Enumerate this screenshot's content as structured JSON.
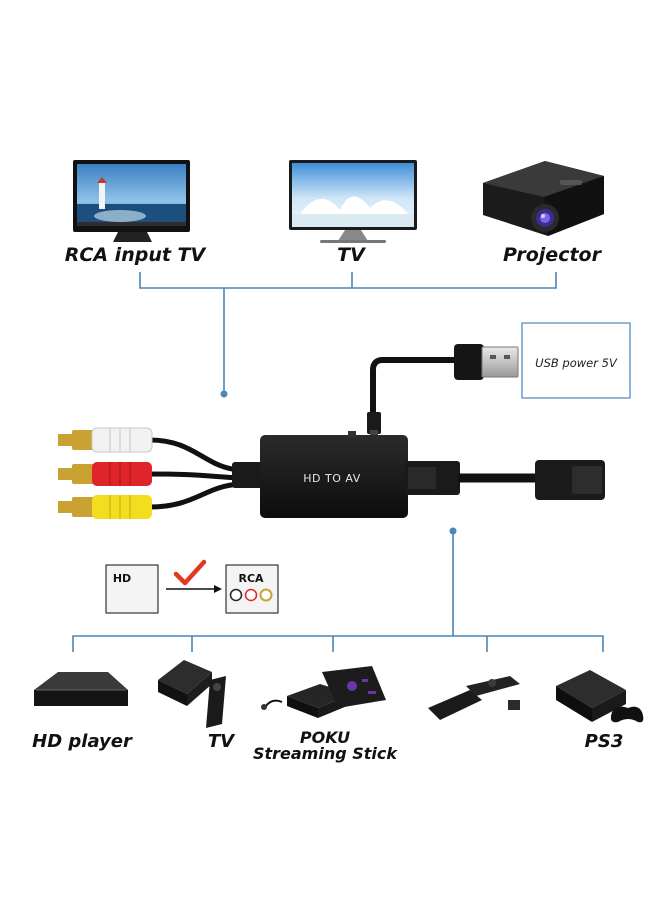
{
  "top_devices": {
    "rca_tv": "RCA input TV",
    "tv": "TV",
    "projector": "Projector"
  },
  "converter": {
    "label": "HD TO AV"
  },
  "usb": {
    "label": "USB power 5V"
  },
  "signal": {
    "from": "HD",
    "to": "RCA"
  },
  "bottom_devices": {
    "hd_player": "HD player",
    "tv": "TV",
    "poku_line1": "POKU",
    "poku_line2": "Streaming Stick",
    "ps3": "PS3"
  },
  "colors": {
    "line": "#4a86b8",
    "check": "#e03a1e",
    "rca_white": "#f2f2f2",
    "rca_red": "#e0242c",
    "rca_yellow": "#f4dc1e",
    "gold": "#c9a233"
  },
  "icons": [
    "tv-icon",
    "projector-icon",
    "usb-plug-icon",
    "hdmi-plug-icon",
    "rca-plug-icon",
    "checkmark-icon",
    "media-box-icon",
    "remote-icon",
    "stick-icon",
    "console-icon",
    "gamepad-icon"
  ]
}
